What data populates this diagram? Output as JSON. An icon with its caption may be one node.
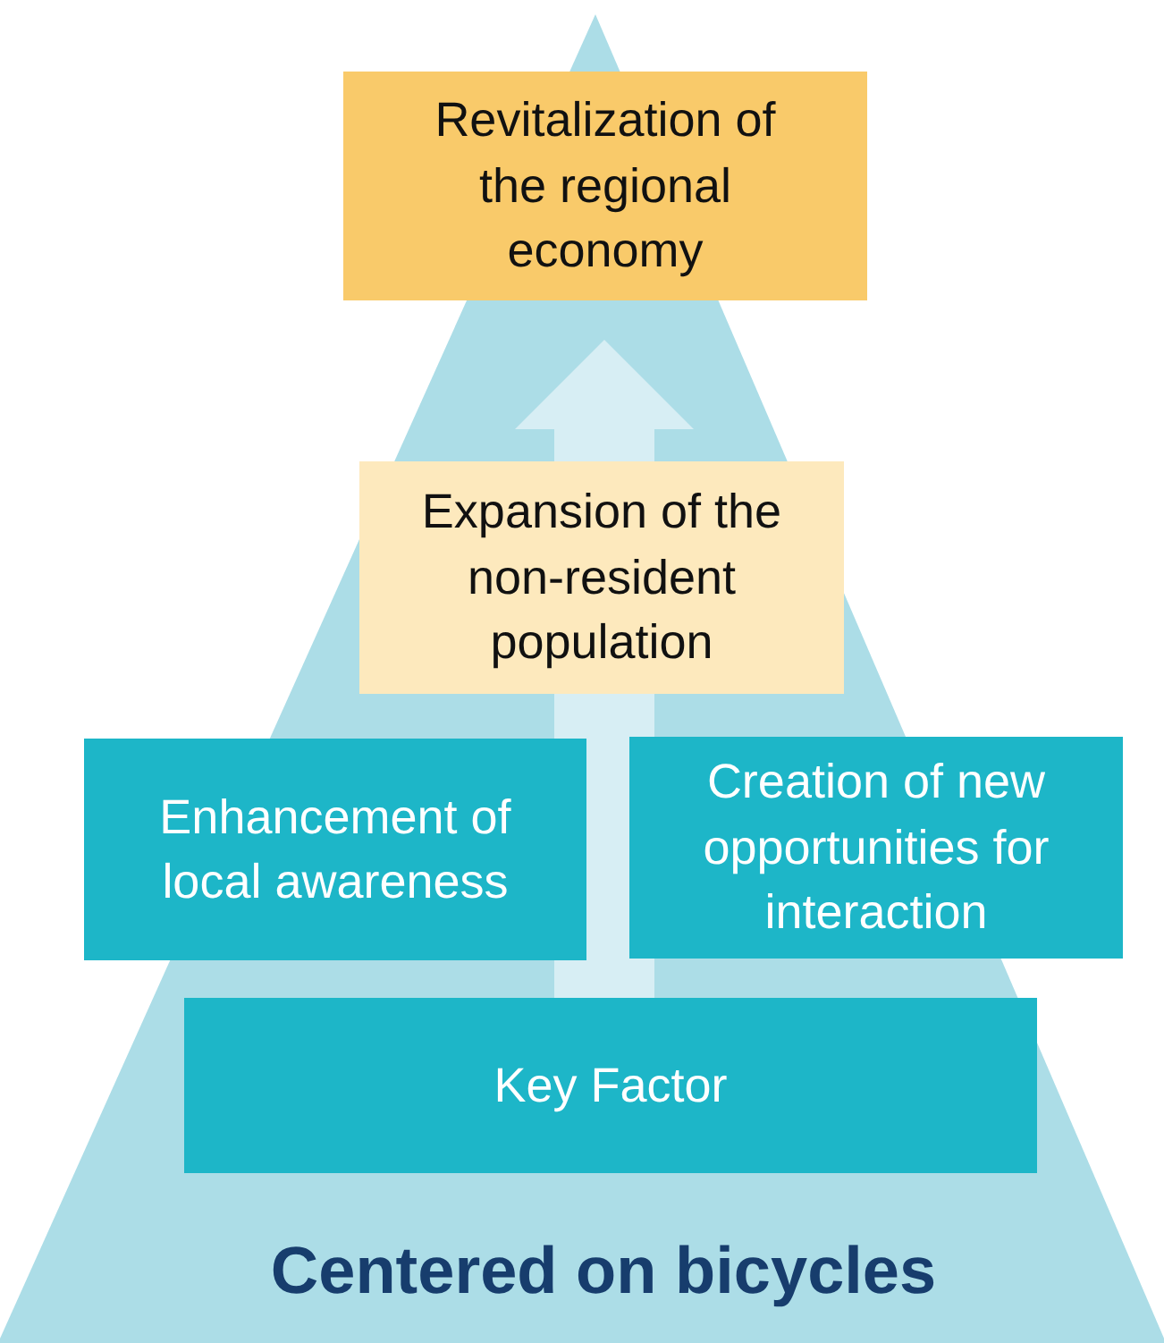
{
  "diagram": {
    "nodes": [
      {
        "text": [
          "Centered on bicycles"
        ]
      },
      {
        "text": [
          "Revitalization of the regional economy"
        ],
        "in": 0
      },
      {
        "text": [
          "Expansion of the non-resident population"
        ],
        "in": 0
      },
      {
        "text": [
          "Enhancement of local awareness"
        ],
        "in": 0
      },
      {
        "text": [
          "Creation of new opportunities for interaction"
        ],
        "in": 0
      },
      {
        "text": [
          "Key Factor"
        ],
        "in": 0
      }
    ],
    "edges": [
      {
        "from": 5,
        "to": 2,
        "arrow": "none"
      },
      {
        "from": 2,
        "to": 1,
        "arrow": "to"
      }
    ]
  }
}
